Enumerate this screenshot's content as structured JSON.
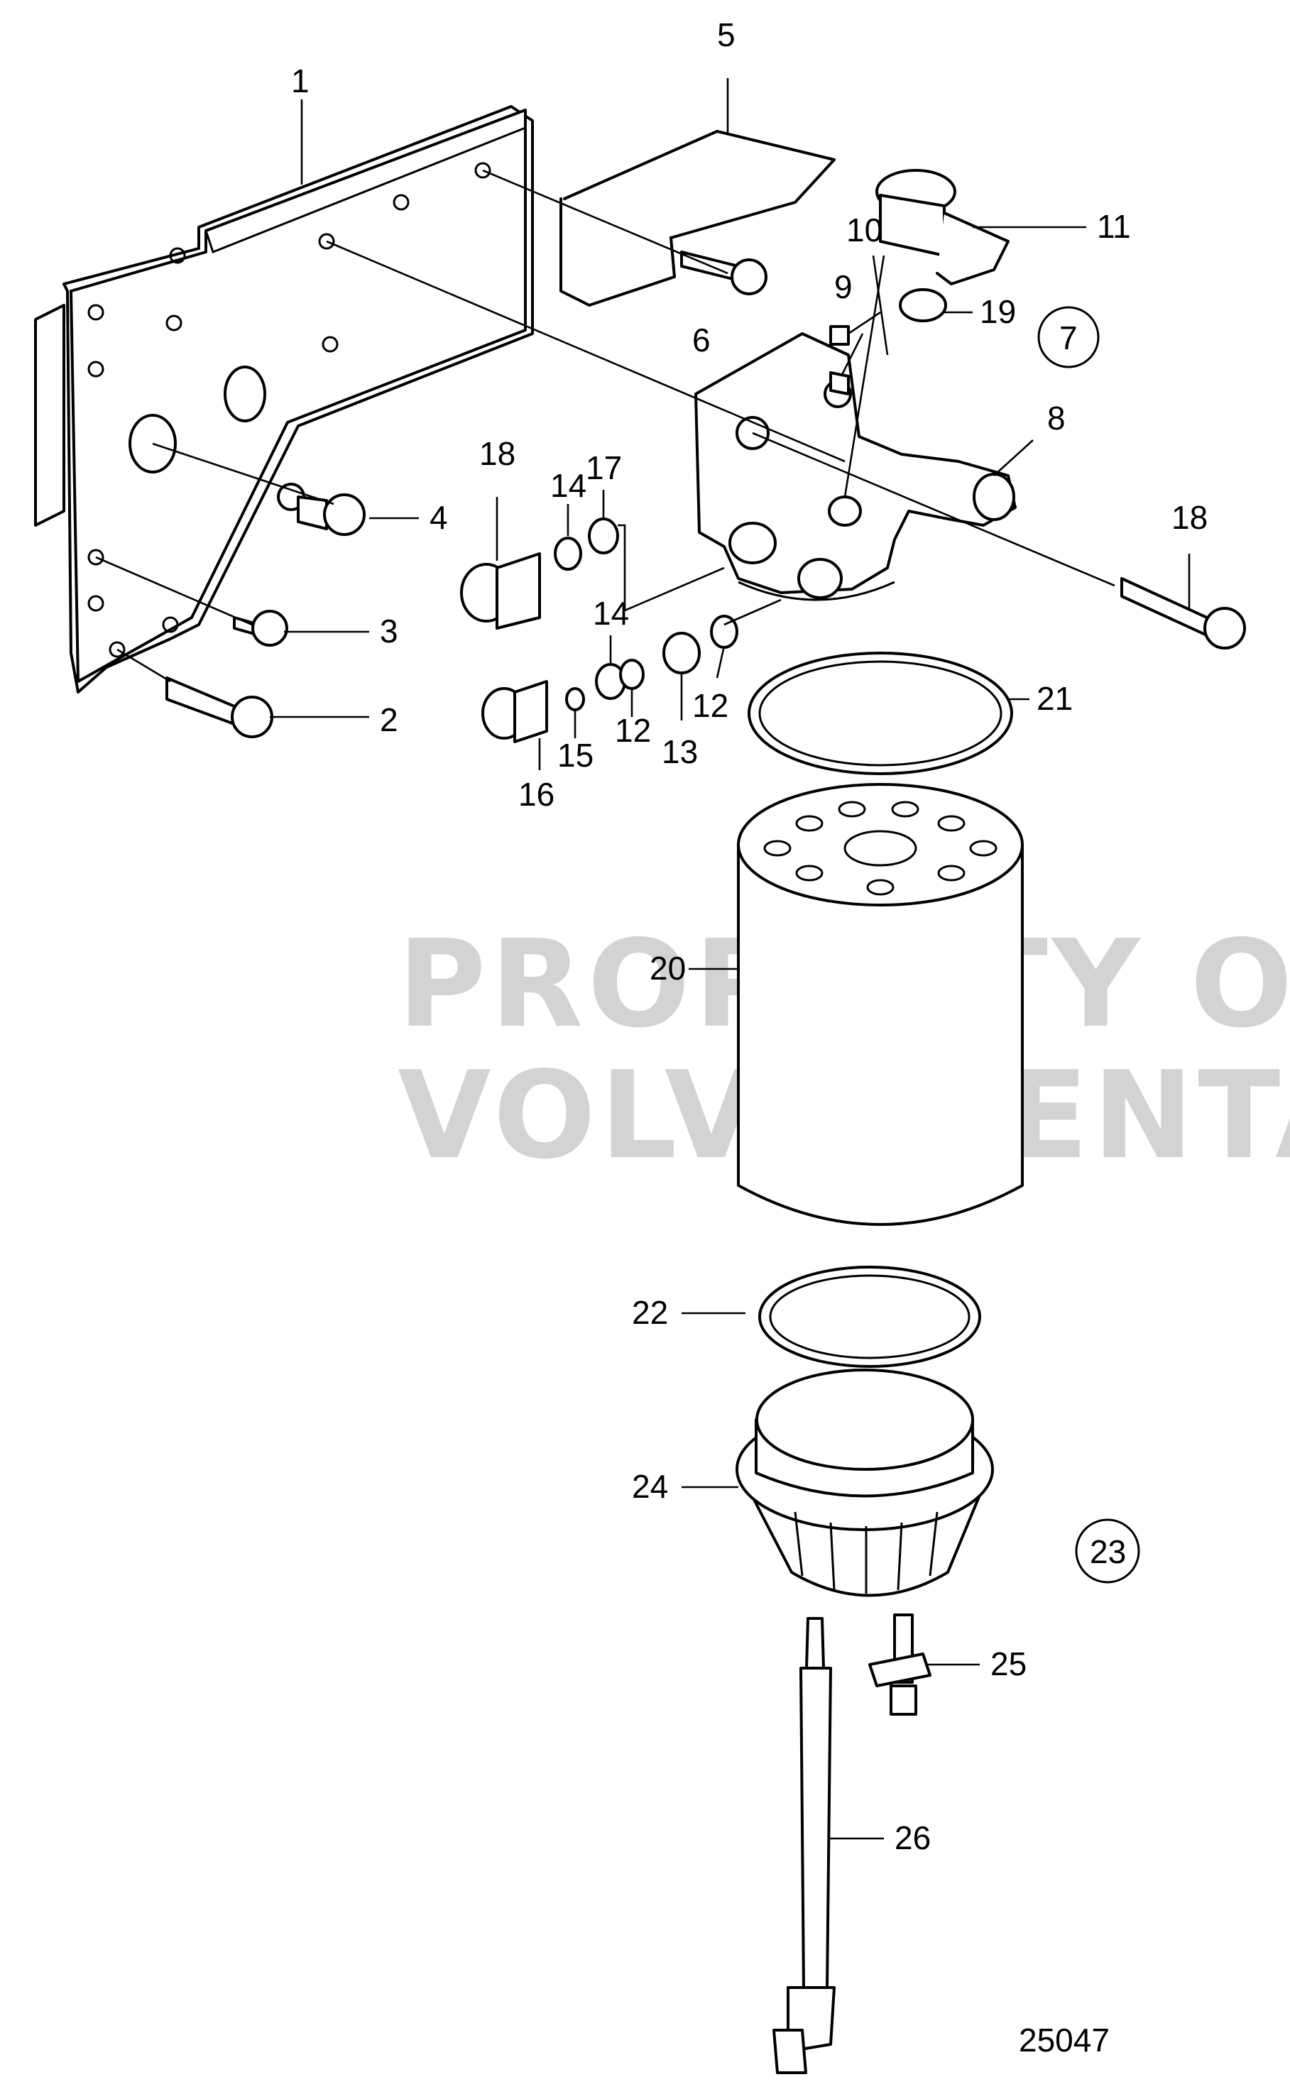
{
  "watermark": {
    "line1": "PROPERTY OF",
    "line2": "VOLVO PENTA"
  },
  "figure_ref": "25047",
  "callouts": [
    {
      "id": "c1",
      "text": "1"
    },
    {
      "id": "c2",
      "text": "2"
    },
    {
      "id": "c3",
      "text": "3"
    },
    {
      "id": "c4",
      "text": "4"
    },
    {
      "id": "c5",
      "text": "5"
    },
    {
      "id": "c6",
      "text": "6"
    },
    {
      "id": "c7",
      "text": "7"
    },
    {
      "id": "c8",
      "text": "8"
    },
    {
      "id": "c9",
      "text": "9"
    },
    {
      "id": "c10",
      "text": "10"
    },
    {
      "id": "c11",
      "text": "11"
    },
    {
      "id": "c12a",
      "text": "12"
    },
    {
      "id": "c12b",
      "text": "12"
    },
    {
      "id": "c13",
      "text": "13"
    },
    {
      "id": "c14a",
      "text": "14"
    },
    {
      "id": "c14b",
      "text": "14"
    },
    {
      "id": "c15",
      "text": "15"
    },
    {
      "id": "c16",
      "text": "16"
    },
    {
      "id": "c17",
      "text": "17"
    },
    {
      "id": "c18a",
      "text": "18"
    },
    {
      "id": "c18b",
      "text": "18"
    },
    {
      "id": "c19",
      "text": "19"
    },
    {
      "id": "c20",
      "text": "20"
    },
    {
      "id": "c21",
      "text": "21"
    },
    {
      "id": "c22",
      "text": "22"
    },
    {
      "id": "c23",
      "text": "23"
    },
    {
      "id": "c24",
      "text": "24"
    },
    {
      "id": "c25",
      "text": "25"
    },
    {
      "id": "c26",
      "text": "26"
    }
  ]
}
